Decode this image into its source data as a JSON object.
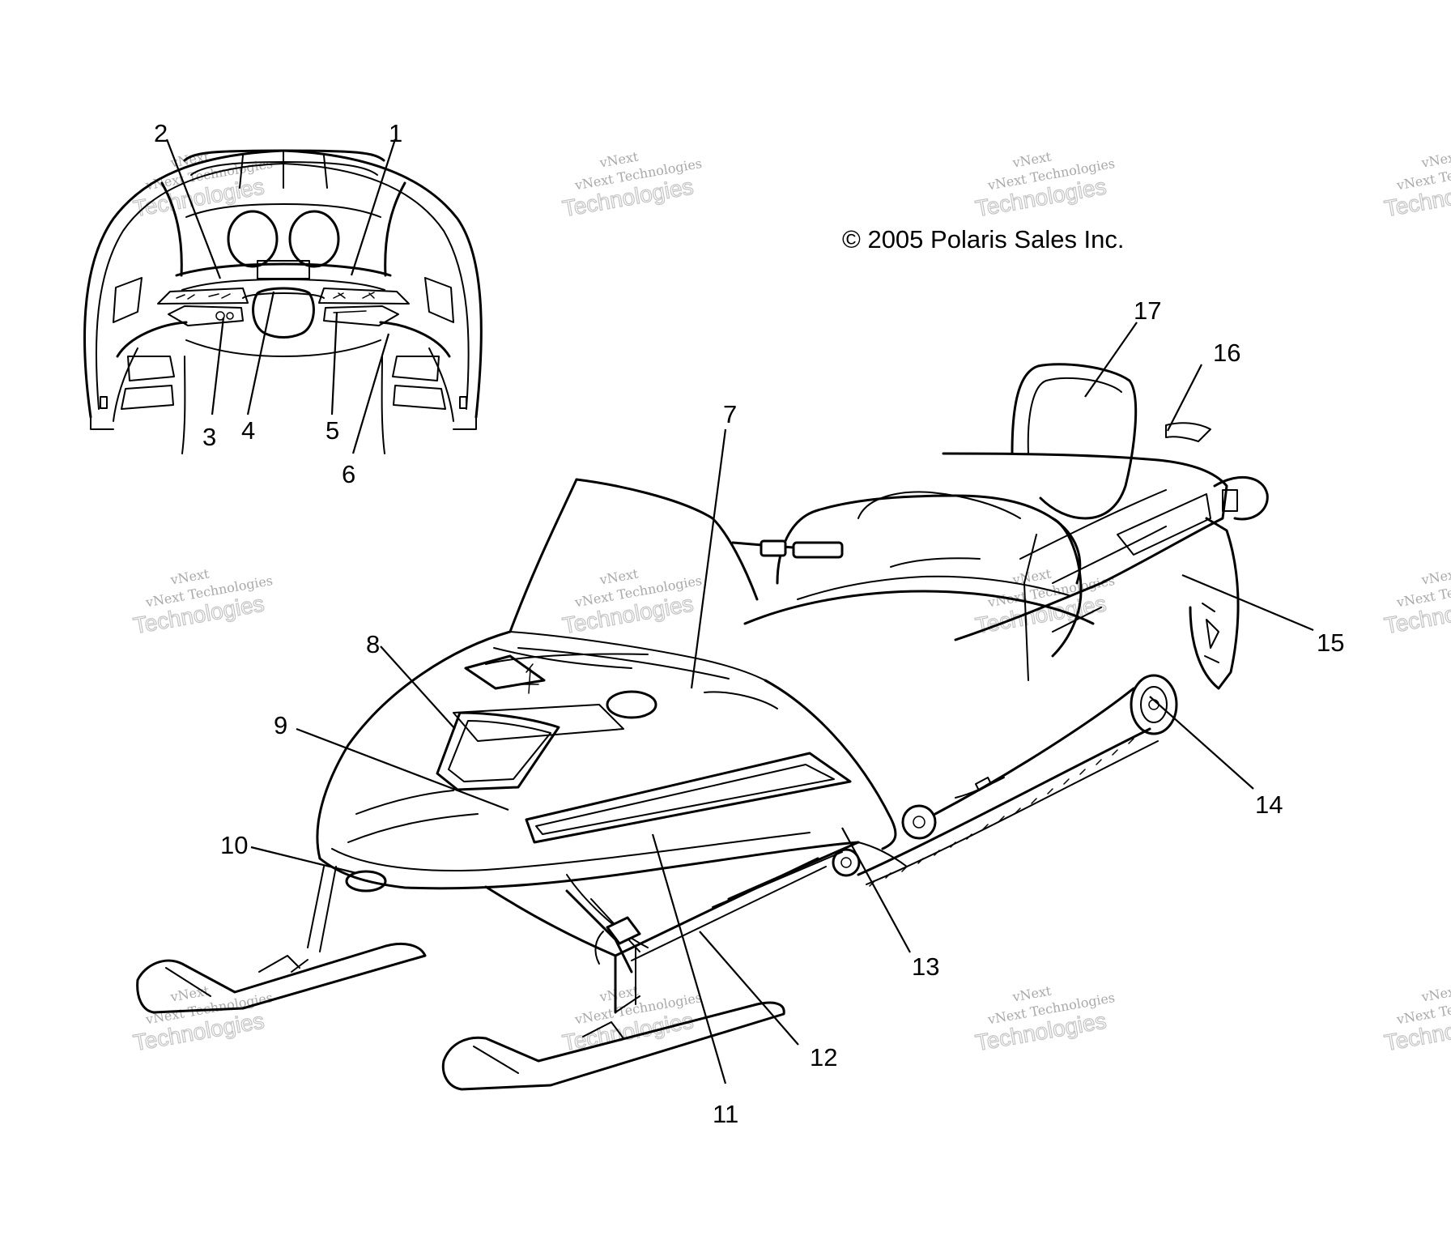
{
  "copyright": "© 2005 Polaris Sales Inc.",
  "watermark": {
    "line_a": "vNext",
    "line_b": "vNext Technologies",
    "line_c": "Technologies"
  },
  "callouts": {
    "c1": "1",
    "c2": "2",
    "c3": "3",
    "c4": "4",
    "c5": "5",
    "c6": "6",
    "c7": "7",
    "c8": "8",
    "c9": "9",
    "c10": "10",
    "c11": "11",
    "c12": "12",
    "c13": "13",
    "c14": "14",
    "c15": "15",
    "c16": "16",
    "c17": "17"
  }
}
